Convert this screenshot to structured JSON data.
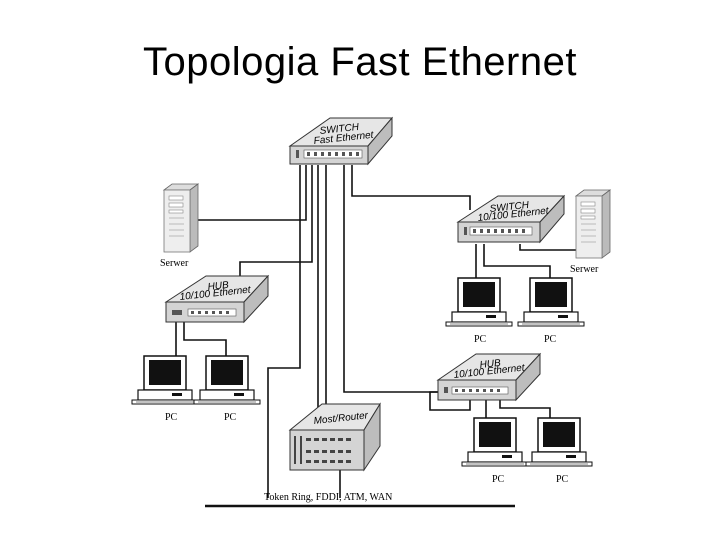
{
  "title": "Topologia Fast Ethernet",
  "devices": {
    "switch_main": {
      "line1": "SWITCH",
      "line2": "Fast Ethernet"
    },
    "switch_secondary": {
      "line1": "SWITCH",
      "line2": "10/100 Ethernet"
    },
    "hub_left": {
      "line1": "HUB",
      "line2": "10/100 Ethernet"
    },
    "hub_right": {
      "line1": "HUB",
      "line2": "10/100 Ethernet"
    },
    "router": {
      "line1": "Most/Router"
    }
  },
  "labels": {
    "server_left": "Serwer",
    "server_right": "Serwer",
    "pc": "PC",
    "backbone": "Token Ring, FDDI, ATM, WAN"
  }
}
